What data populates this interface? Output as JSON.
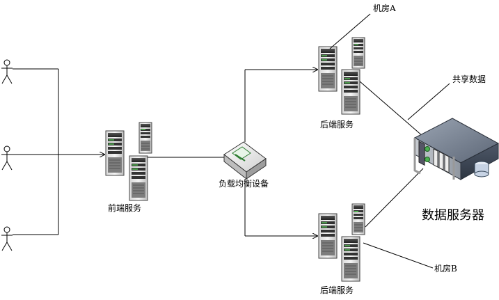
{
  "labels": {
    "frontend": "前端服务",
    "load_balancer": "负载均衡设备",
    "room_a": "机房A",
    "room_b": "机房B",
    "backend_top": "后端服务",
    "backend_bottom": "后端服务",
    "shared_data": "共享数据",
    "data_server": "数据服务器"
  },
  "icons": {
    "user": "user-stick-figure-icon",
    "server_tower": "server-tower-icon",
    "load_balancer": "router-icon",
    "storage": "storage-server-icon"
  }
}
